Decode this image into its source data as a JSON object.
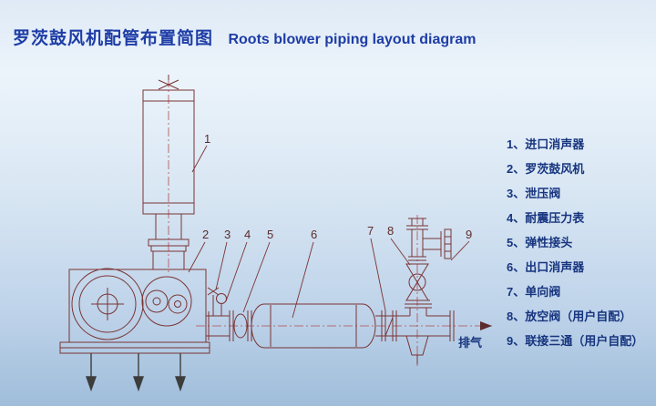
{
  "title": {
    "zh": "罗茨鼓风机配管布置简图",
    "en": "Roots blower piping layout diagram"
  },
  "legend": {
    "separator": "、",
    "items": [
      {
        "num": "1",
        "name": "进口消声器"
      },
      {
        "num": "2",
        "name": "罗茨鼓风机"
      },
      {
        "num": "3",
        "name": "泄压阀"
      },
      {
        "num": "4",
        "name": "耐震压力表"
      },
      {
        "num": "5",
        "name": "弹性接头"
      },
      {
        "num": "6",
        "name": "出口消声器"
      },
      {
        "num": "7",
        "name": "单向阀"
      },
      {
        "num": "8",
        "name": "放空阀（用户自配）"
      },
      {
        "num": "9",
        "name": "联接三通（用户自配）"
      }
    ]
  },
  "diagram": {
    "callouts": [
      "1",
      "2",
      "3",
      "4",
      "5",
      "6",
      "7",
      "8",
      "9"
    ],
    "exhaust_label": "排气"
  },
  "colors": {
    "title_blue": "#1e3da6",
    "legend_navy": "#17357f",
    "drawing_line": "#7a3434",
    "centerline": "#b24c4c",
    "background_top": "#ecf4fb",
    "background_bottom": "#9fbdda"
  }
}
